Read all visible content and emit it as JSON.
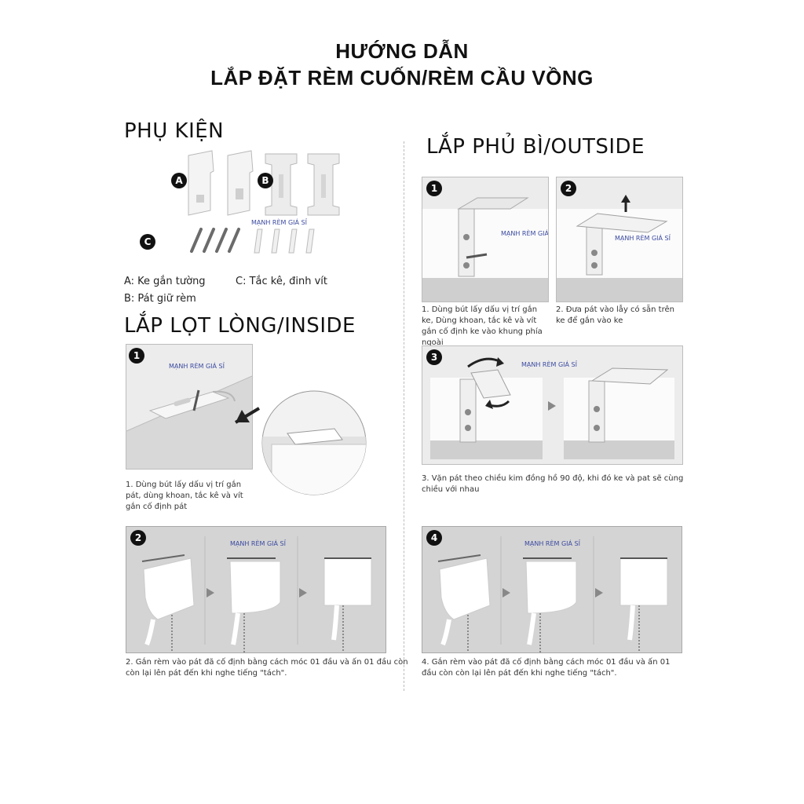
{
  "title": {
    "line1": "HƯỚNG DẪN",
    "line2": "LẮP ĐẶT RÈM CUỐN/RÈM CẦU VỒNG"
  },
  "accessories": {
    "heading": "PHỤ KIỆN",
    "labels": {
      "a": "A",
      "b": "B",
      "c": "C"
    },
    "legend": {
      "a": "A: Ke gắn tường",
      "c": "C:  Tắc kê, đinh vít",
      "b": "B: Pát giữ rèm"
    }
  },
  "inside": {
    "heading": "LẮP LỌT LÒNG/INSIDE",
    "step1": {
      "number": "1",
      "caption": "1. Dùng bút lấy dấu vị trí gắn pát, dùng khoan, tắc kê và vít gắn cố định pát"
    },
    "step2": {
      "number": "2",
      "caption_a": "2. Gắn rèm vào pát đã cố định bằng cách móc 01 đầu và ấn 01 đầu còn",
      "caption_b": "còn lại lên pát đến khi nghe tiếng \"tách\"."
    }
  },
  "outside": {
    "heading": "LẮP PHỦ BÌ/OUTSIDE",
    "step1": {
      "number": "1",
      "caption": "1. Dùng bút lấy dấu vị trí gắn ke, Dùng khoan, tắc kê và vít gắn cố định ke vào khung phía ngoài"
    },
    "step2": {
      "number": "2",
      "caption": "2. Đưa pát vào lẫy có sẵn trên ke để gắn vào ke"
    },
    "step3": {
      "number": "3",
      "caption": "3. Vặn pát theo chiều kim đồng hồ 90 độ, khi đó ke và pat sẽ cùng chiều với nhau"
    },
    "step4": {
      "number": "4",
      "caption_a": "4. Gắn rèm vào pát đã cố định bằng cách móc 01 đầu và ấn 01",
      "caption_b": "đầu còn còn lại lên pát đến khi nghe tiếng \"tách\"."
    }
  },
  "watermark": "MẠNH RÈM GIÁ SỈ"
}
